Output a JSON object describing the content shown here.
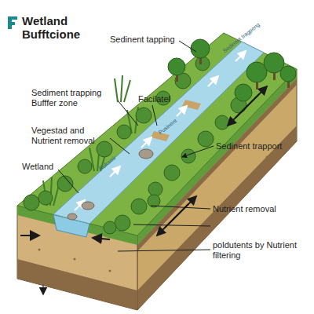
{
  "diagram": {
    "title": "Wetland Bufftcione",
    "labels": [
      "Sedinent tapping",
      "Sediment trapping Bufffer zone",
      "Facilatel",
      "Vegestad and Nutrient removal",
      "Wetland",
      "Sedinent trapport",
      "Nutrient removal",
      "poldutents by Nutrient filtering",
      "Sedinent tragpeng",
      "Pusinent",
      "Rulcsoir"
    ]
  }
}
